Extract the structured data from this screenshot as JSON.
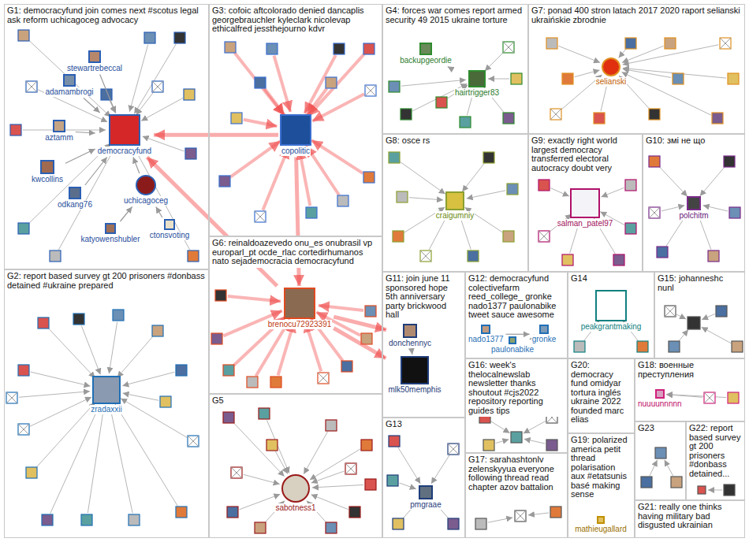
{
  "diagram": {
    "nodes": [
      {
        "text": [
          "G1: democracyfund join comes next #scotus legal ask reform uchicagoceg advocacy"
        ]
      },
      {
        "text": [
          "stewartrebeccal"
        ],
        "in": 0
      },
      {
        "text": [
          "adamambrogi"
        ],
        "in": 0
      },
      {
        "text": [
          "aztamm"
        ],
        "in": 0
      },
      {
        "text": [
          "democracyfund"
        ],
        "in": 0
      },
      {
        "text": [
          "uchicagoceg"
        ],
        "in": 0
      },
      {
        "text": [
          "kwcollins"
        ],
        "in": 0
      },
      {
        "text": [
          "odkang76"
        ],
        "in": 0
      },
      {
        "text": [
          "ctonsvoting"
        ],
        "in": 0
      },
      {
        "text": [
          "katyowenshubler"
        ],
        "in": 0
      },
      {
        "text": [
          "G3: cofoic aftcolorado denied dancaplis georgebrauchler kyleclark nicolevap ethicalfred jessthejourno kdvr"
        ]
      },
      {
        "text": [
          "copolitic"
        ],
        "in": 10
      },
      {
        "text": [
          "G4: forces war comes report armed security 49 2015 ukraine torture"
        ]
      },
      {
        "text": [
          "backupgeordie"
        ],
        "in": 12
      },
      {
        "text": [
          "hairtrigger83"
        ],
        "in": 12
      },
      {
        "text": [
          "G7: ponad 400 stron latach 2017 2020 raport selianski ukraińskie zbrodnie"
        ]
      },
      {
        "text": [
          "selianski"
        ],
        "in": 15
      },
      {
        "text": [
          "G8: osce rs"
        ]
      },
      {
        "text": [
          "craigumniy"
        ],
        "in": 17
      },
      {
        "text": [
          "G9: exactly right world largest democracy transferred electoral autocracy doubt very"
        ]
      },
      {
        "text": [
          "salman_patel97"
        ],
        "in": 19
      },
      {
        "text": [
          "G10: змі не що"
        ]
      },
      {
        "text": [
          "polchitm"
        ],
        "in": 21
      },
      {
        "text": [
          "G6: reinaldoazevedo onu_es onubrasil vp europarl_pt ocde_rlac cortedirhumanos nato sejademocracia democracyfund"
        ]
      },
      {
        "text": [
          "brenocu72923391"
        ],
        "in": 23
      },
      {
        "text": [
          "G2: report based survey gt 200 prisoners #donbass detained #ukraine prepared"
        ]
      },
      {
        "text": [
          "zradaxxii"
        ],
        "in": 25
      },
      {
        "text": [
          "G11: join june 11 sponsored hope 5th anniversary party brickwood hall"
        ]
      },
      {
        "text": [
          "donchennyc"
        ],
        "in": 27
      },
      {
        "text": [
          "mlk50memphis"
        ],
        "in": 27
      },
      {
        "text": [
          "G12: democracyfund colectivefarm reed_college_ gronke nado1377 paulonabike tweet sauce awesome"
        ]
      },
      {
        "text": [
          "gronke"
        ],
        "in": 30
      },
      {
        "text": [
          "nado1377"
        ],
        "in": 30
      },
      {
        "text": [
          "paulonabike"
        ],
        "in": 30
      },
      {
        "text": [
          "G14"
        ]
      },
      {
        "text": [
          "peakgrantmaking"
        ],
        "in": 34
      },
      {
        "text": [
          "G15: johanneshc nunl"
        ]
      },
      {
        "text": [
          "G5"
        ]
      },
      {
        "text": [
          "sabotness1"
        ],
        "in": 37
      },
      {
        "text": [
          "G16: week's thelocalnewslab newsletter thanks shoutout #cjs2022 repository reporting guides tips"
        ]
      },
      {
        "text": [
          "G20: democracy fund omidyar tortura inglés ukraine 2022 founded marc elias"
        ]
      },
      {
        "text": [
          "G18: военные преступления"
        ]
      },
      {
        "text": [
          "nuuuunnnnn"
        ],
        "in": 41
      },
      {
        "text": [
          "G13"
        ]
      },
      {
        "text": [
          "pmgraae"
        ],
        "in": 43
      },
      {
        "text": [
          "G17: sarahashtonlv zelenskyyua everyone following thread read chapter azov battalion"
        ]
      },
      {
        "text": [
          "G19: polarized america petit thread polarisation aux #etatsunis basé making sense"
        ]
      },
      {
        "text": [
          "mathieugallard"
        ],
        "in": 46
      },
      {
        "text": [
          "G23"
        ]
      },
      {
        "text": [
          "G22: report based survey gt 200 prisoners #donbass detained..."
        ]
      },
      {
        "text": [
          "G21: really one thinks having military bad disgusted ukrainian"
        ]
      }
    ],
    "edges": [
      {
        "from": 11,
        "to": 4,
        "arrow": "to"
      },
      {
        "from": 24,
        "to": 4,
        "arrow": "to"
      },
      {
        "from": 11,
        "to": 24,
        "arrow": "to"
      },
      {
        "from": 24,
        "to": 28,
        "arrow": "to"
      },
      {
        "from": 24,
        "to": 29,
        "arrow": "to"
      },
      {
        "from": 5,
        "to": 4,
        "arrow": "to"
      },
      {
        "from": 1,
        "to": 4,
        "arrow": "to"
      },
      {
        "from": 2,
        "to": 4,
        "arrow": "to"
      },
      {
        "from": 3,
        "to": 4,
        "arrow": "to"
      },
      {
        "from": 6,
        "to": 4,
        "arrow": "to"
      },
      {
        "from": 7,
        "to": 4,
        "arrow": "to"
      },
      {
        "from": 8,
        "to": 5,
        "arrow": "to"
      },
      {
        "from": 9,
        "to": 5,
        "arrow": "to"
      },
      {
        "from": 14,
        "to": 13,
        "arrow": "to"
      },
      {
        "from": 32,
        "to": 31,
        "arrow": "to"
      },
      {
        "from": 33,
        "to": 31,
        "arrow": "to"
      },
      {
        "from": 28,
        "to": 29,
        "arrow": "to"
      }
    ]
  }
}
